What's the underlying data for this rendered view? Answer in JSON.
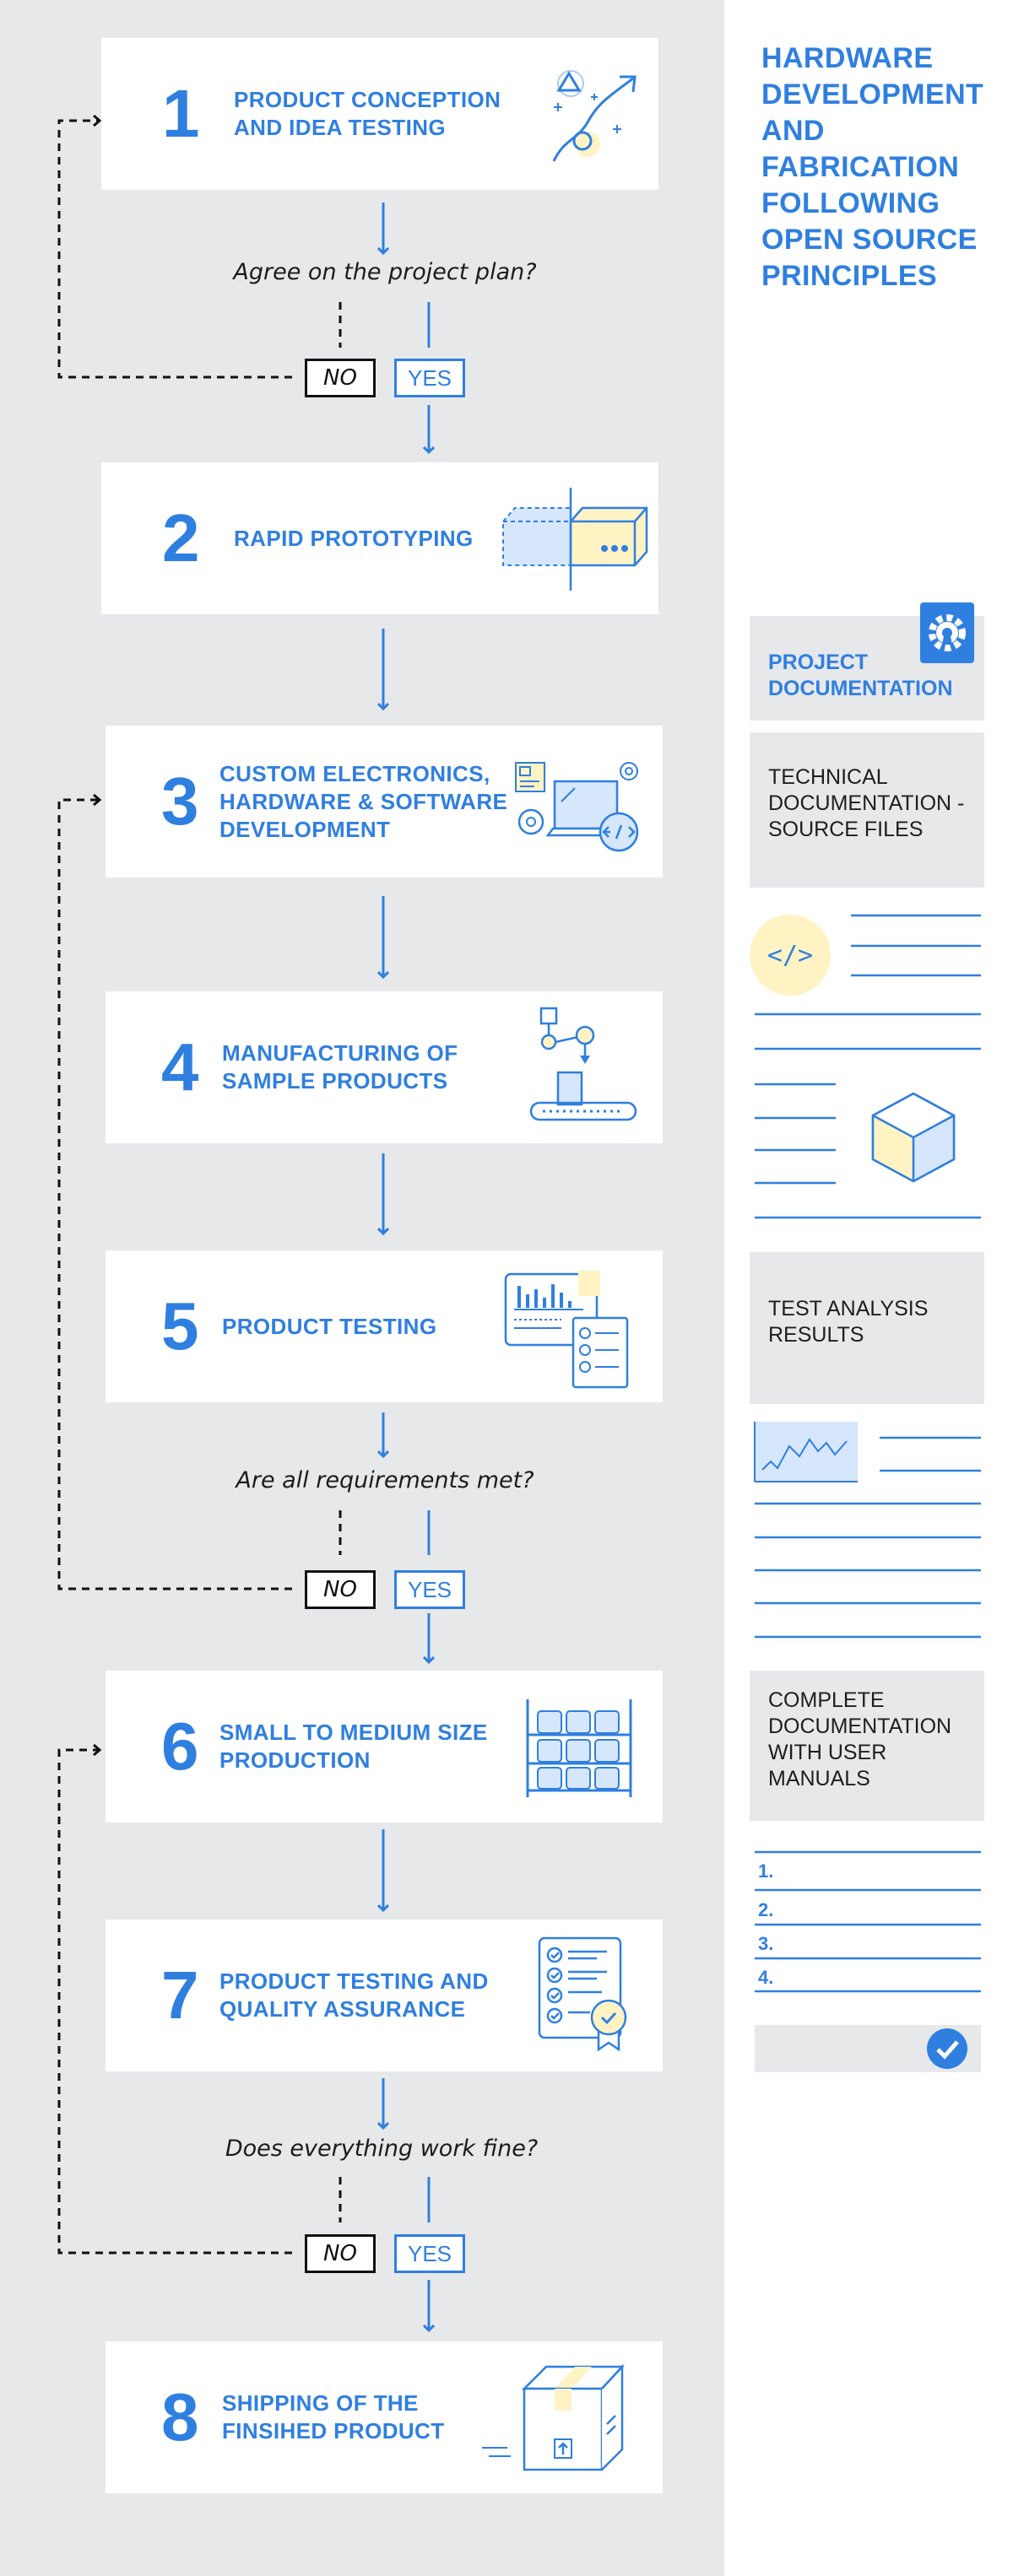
{
  "sidebar": {
    "title": "HARDWARE DEVELOPMENT AND FABRICATION FOLLOWING OPEN SOURCE PRINCIPLES",
    "project_documentation": "PROJECT DOCUMENTATION",
    "technical_documentation": "TECHNICAL DOCUMENTATION - SOURCE FILES",
    "code_glyph": "</>",
    "test_analysis": "TEST ANALYSIS RESULTS",
    "complete_documentation": "COMPLETE DOCUMENTATION WITH USER MANUALS",
    "manual_items": [
      "1.",
      "2.",
      "3.",
      "4."
    ]
  },
  "steps": [
    {
      "number": "1",
      "label": "PRODUCT CONCEPTION AND IDEA TESTING",
      "icon": "growth-arrow-icon"
    },
    {
      "number": "2",
      "label": "RAPID PROTOTYPING",
      "icon": "prototype-box-icon"
    },
    {
      "number": "3",
      "label": "CUSTOM ELECTRONICS, HARDWARE & SOFTWARE DEVELOPMENT",
      "icon": "laptop-gears-icon"
    },
    {
      "number": "4",
      "label": "MANUFACTURING OF SAMPLE PRODUCTS",
      "icon": "robot-arm-icon"
    },
    {
      "number": "5",
      "label": "PRODUCT TESTING",
      "icon": "chart-checklist-icon"
    },
    {
      "number": "6",
      "label": "SMALL TO MEDIUM SIZE PRODUCTION",
      "icon": "shelf-icon"
    },
    {
      "number": "7",
      "label": "PRODUCT TESTING AND QUALITY ASSURANCE",
      "icon": "certificate-icon"
    },
    {
      "number": "8",
      "label": "SHIPPING OF THE FINSIHED PRODUCT",
      "icon": "package-icon"
    }
  ],
  "decisions": [
    {
      "question": "Agree on the project plan?",
      "no": "NO",
      "yes": "YES"
    },
    {
      "question": "Are all requirements met?",
      "no": "NO",
      "yes": "YES"
    },
    {
      "question": "Does everything work fine?",
      "no": "NO",
      "yes": "YES"
    }
  ],
  "colors": {
    "accent": "#2f7fe0",
    "panel": "#e7e8ea",
    "highlight": "#fff3c4"
  }
}
